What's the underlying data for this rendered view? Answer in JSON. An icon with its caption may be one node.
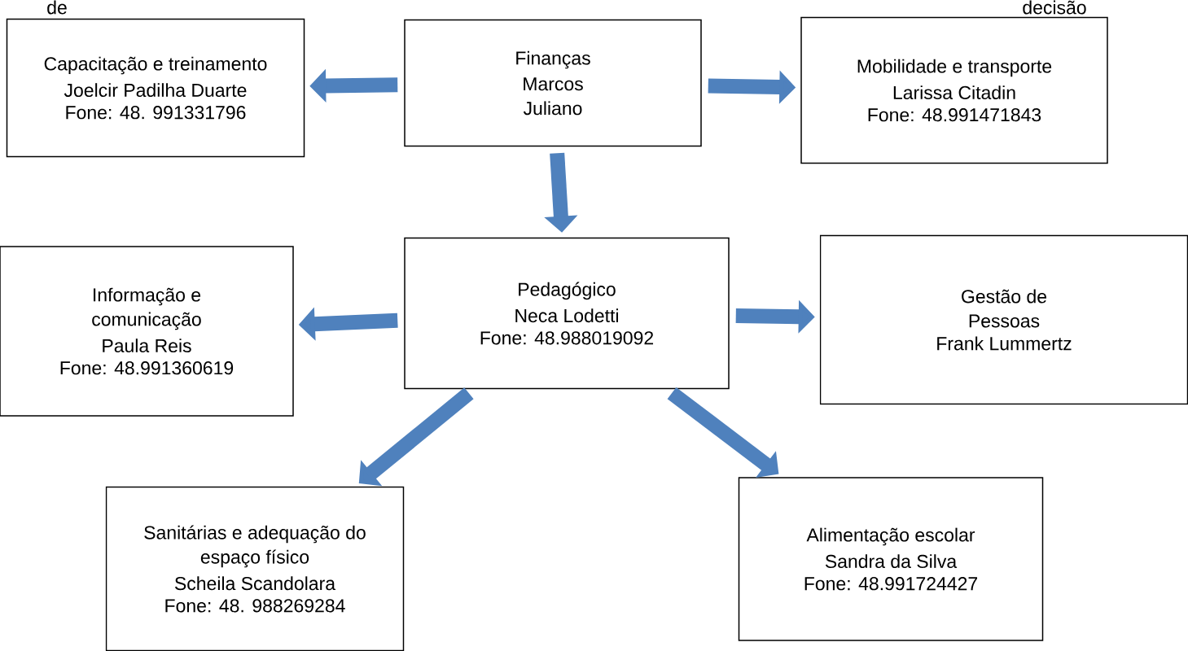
{
  "diagram": {
    "nodes": [
      {
        "text": [
          "Finanças",
          "Marcos Juliano"
        ]
      },
      {
        "text": [
          "Capacitação e treinamento",
          "Joelcir Padilha Duarte",
          "Fone: 48. 991331796"
        ]
      },
      {
        "text": [
          "Mobilidade e transporte",
          "Larissa Citadin",
          "Fone: 48.991471843"
        ]
      },
      {
        "text": [
          "Pedagógico",
          "Neca Lodetti",
          "Fone: 48.988019092"
        ]
      },
      {
        "text": [
          "Informação e comunicação",
          "Paula Reis",
          "Fone: 48.991360619"
        ]
      },
      {
        "text": [
          "Gestão de Pessoas",
          "Frank Lummertz"
        ]
      },
      {
        "text": [
          "Sanitárias e adequação do espaço físico",
          "Scheila Scandolara",
          "Fone: 48. 988269284"
        ]
      },
      {
        "text": [
          "Alimentação escolar",
          "Sandra da Silva",
          "Fone: 48.991724427"
        ]
      }
    ],
    "edges": [
      {
        "from": 0,
        "to": 1,
        "arrow": "to"
      },
      {
        "from": 0,
        "to": 2,
        "arrow": "to"
      },
      {
        "from": 0,
        "to": 3,
        "arrow": "to"
      },
      {
        "from": 3,
        "to": 4,
        "arrow": "to"
      },
      {
        "from": 3,
        "to": 5,
        "arrow": "to"
      },
      {
        "from": 3,
        "to": 6,
        "arrow": "to"
      },
      {
        "from": 3,
        "to": 7,
        "arrow": "to"
      }
    ],
    "labels": [
      "de",
      "decisão"
    ]
  }
}
